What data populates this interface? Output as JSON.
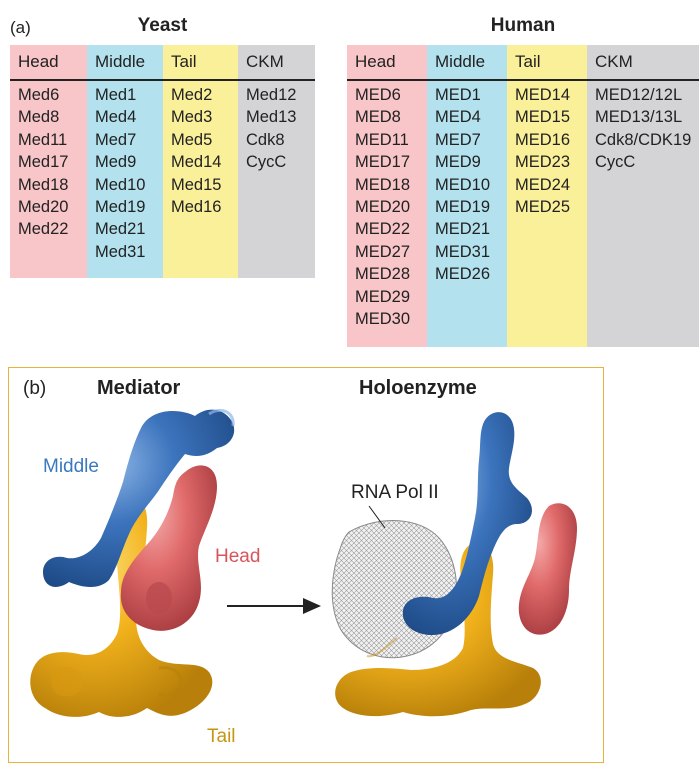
{
  "panel_a": {
    "label": "(a)",
    "yeast": {
      "title": "Yeast",
      "columns": [
        {
          "header": "Head",
          "items": [
            "Med6",
            "Med8",
            "Med11",
            "Med17",
            "Med18",
            "Med20",
            "Med22"
          ]
        },
        {
          "header": "Middle",
          "items": [
            "Med1",
            "Med4",
            "Med7",
            "Med9",
            "Med10",
            "Med19",
            "Med21",
            "Med31"
          ]
        },
        {
          "header": "Tail",
          "items": [
            "Med2",
            "Med3",
            "Med5",
            "Med14",
            "Med15",
            "Med16"
          ]
        },
        {
          "header": "CKM",
          "items": [
            "Med12",
            "Med13",
            "Cdk8",
            "CycC"
          ]
        }
      ]
    },
    "human": {
      "title": "Human",
      "columns": [
        {
          "header": "Head",
          "items": [
            "MED6",
            "MED8",
            "MED11",
            "MED17",
            "MED18",
            "MED20",
            "MED22",
            "MED27",
            "MED28",
            "MED29",
            "MED30"
          ]
        },
        {
          "header": "Middle",
          "items": [
            "MED1",
            "MED4",
            "MED7",
            "MED9",
            "MED10",
            "MED19",
            "MED21",
            "MED31",
            "MED26"
          ]
        },
        {
          "header": "Tail",
          "items": [
            "MED14",
            "MED15",
            "MED16",
            "MED23",
            "MED24",
            "MED25"
          ]
        },
        {
          "header": "CKM",
          "items": [
            "MED12/12L",
            "MED13/13L",
            "Cdk8/CDK19",
            "CycC"
          ]
        }
      ]
    }
  },
  "panel_b": {
    "label": "(b)",
    "left_title": "Mediator",
    "right_title": "Holoenzyme",
    "labels": {
      "middle": "Middle",
      "head": "Head",
      "tail": "Tail",
      "rna_pol": "RNA Pol II"
    }
  },
  "colors": {
    "head": "#f8c5c8",
    "middle": "#b3e2ee",
    "tail": "#fbf09a",
    "ckm": "#d4d4d6",
    "head_density": "#e06a6a",
    "middle_density": "#3c74bd",
    "tail_density": "#f2b21c",
    "label_middle": "#3a78bf",
    "label_head": "#d9545a",
    "label_tail": "#c79414",
    "frame": "#e8b33c"
  }
}
